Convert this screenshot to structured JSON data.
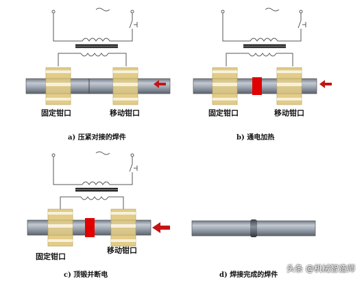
{
  "panels": [
    {
      "fixed_clamp": "固定钳口",
      "moving_clamp": "移动钳口",
      "caption": "a) 压紧对接的焊件"
    },
    {
      "fixed_clamp": "固定钳口",
      "moving_clamp": "移动钳口",
      "caption": "b) 通电加热"
    },
    {
      "fixed_clamp": "固定钳口",
      "moving_clamp": "移动钳口",
      "caption": "c) 顶锻并断电"
    },
    {
      "caption": "d) 焊接完成的焊件"
    }
  ],
  "ac_symbol": "~",
  "watermark": "头条 @机械智造师",
  "colors": {
    "rod": "#8e98a6",
    "clamp_gold": "#e2cc88",
    "clamp_cream": "#f7f1dc",
    "heat": "#e00000",
    "arrow": "#c41515",
    "wire": "#555555"
  }
}
